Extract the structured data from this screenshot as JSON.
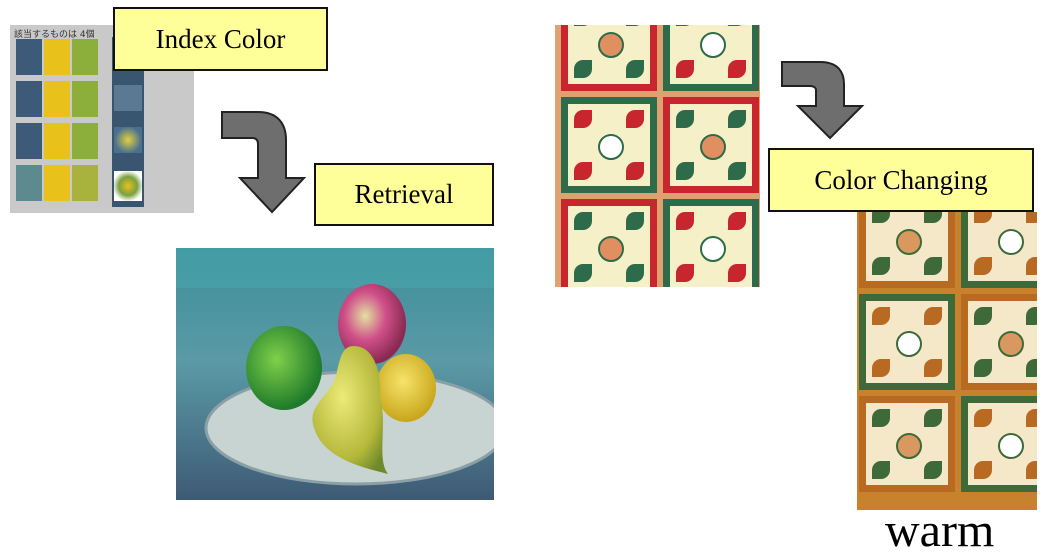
{
  "labels": {
    "index_color": "Index Color",
    "retrieval": "Retrieval",
    "color_changing": "Color Changing",
    "warm": "warm"
  },
  "index_panel": {
    "header_text": "該当するものは 4個",
    "swatch_rows": [
      [
        "#3d5a78",
        "#e8c21a",
        "#8cae3a"
      ],
      [
        "#3d5a78",
        "#e8c21a",
        "#8cae3a"
      ],
      [
        "#3d5a78",
        "#e8c21a",
        "#8cae3a"
      ],
      [
        "#5c8a8e",
        "#e8c21a",
        "#a8b23c"
      ]
    ]
  },
  "colors": {
    "label_fill": "#ffff99",
    "arrow_fill": "#6e6e6e",
    "tile_red": "#c8262e",
    "tile_green": "#2e6b4a",
    "tile_cream": "#f6f0c8",
    "tile_warm_orange": "#c8822e"
  }
}
